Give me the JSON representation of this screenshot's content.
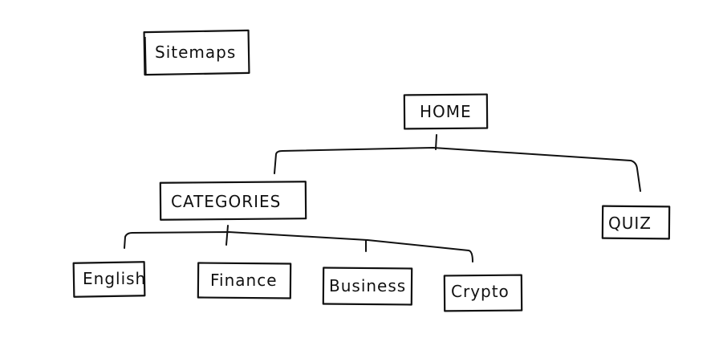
{
  "diagram": {
    "title": "Sitemaps",
    "nodes": {
      "home": "HOME",
      "categories": "CATEGORIES",
      "quiz": "QUIZ",
      "english": "English",
      "finance": "Finance",
      "business": "Business",
      "crypto": "Crypto"
    },
    "edges": [
      [
        "home",
        "categories"
      ],
      [
        "home",
        "quiz"
      ],
      [
        "categories",
        "english"
      ],
      [
        "categories",
        "finance"
      ],
      [
        "categories",
        "business"
      ],
      [
        "categories",
        "crypto"
      ]
    ]
  }
}
